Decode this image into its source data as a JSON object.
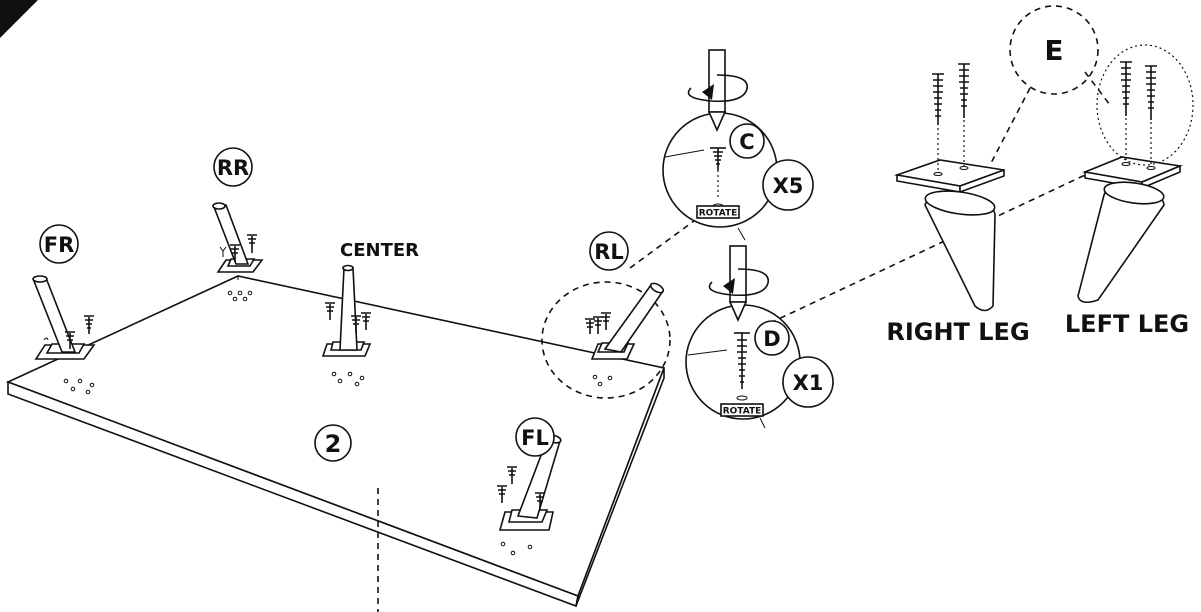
{
  "step_number": "2",
  "leg_positions": {
    "front_right": "FR",
    "rear_right": "RR",
    "center": "CENTER",
    "rear_left": "RL",
    "front_left": "FL"
  },
  "detail_c": {
    "part": "C",
    "quantity": "X5",
    "action": "ROTATE"
  },
  "detail_d": {
    "part": "D",
    "quantity": "X1",
    "action": "ROTATE"
  },
  "detail_e": {
    "part": "E"
  },
  "leg_labels": {
    "right": "RIGHT LEG",
    "left": "LEFT LEG"
  },
  "colors": {
    "ink": "#111111",
    "paper": "#ffffff"
  }
}
